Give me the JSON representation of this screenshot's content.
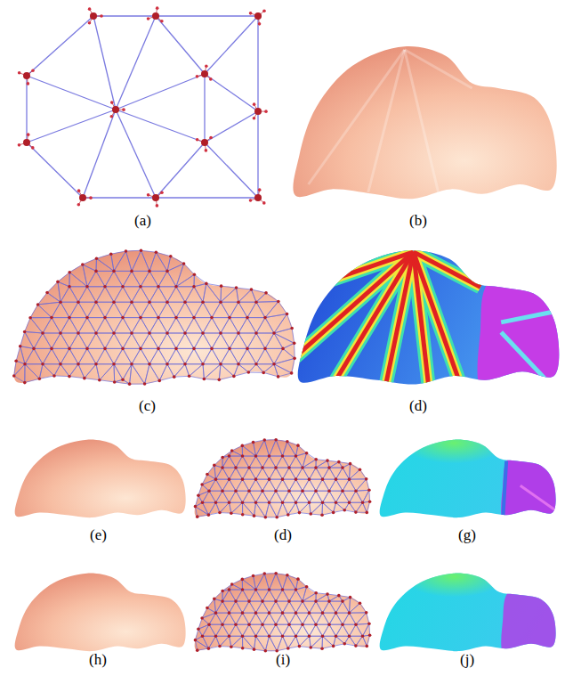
{
  "diagram": {
    "labels": [
      "(a)",
      "(b)",
      "(c)",
      "(d)",
      "(e)",
      "(d)",
      "(g)",
      "(h)",
      "(i)",
      "(j)"
    ]
  }
}
